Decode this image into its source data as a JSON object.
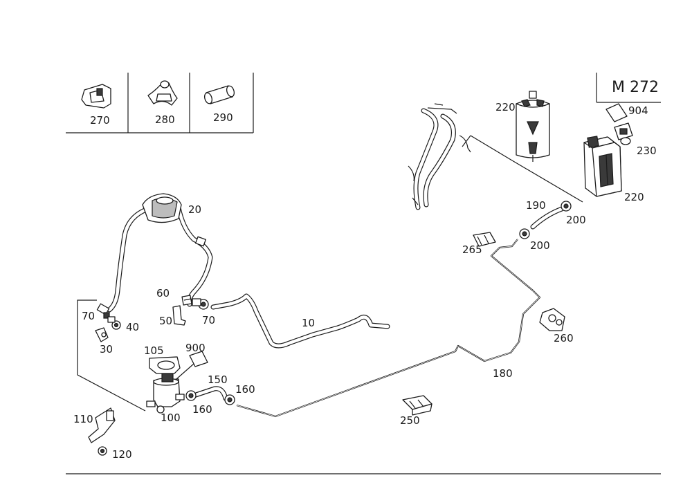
{
  "model_code": "M 272",
  "legend_parts": [
    "270",
    "280",
    "290"
  ],
  "labels": {
    "p10": "10",
    "p20": "20",
    "p30": "30",
    "p40": "40",
    "p50": "50",
    "p60": "60",
    "p70a": "70",
    "p70b": "70",
    "p100": "100",
    "p105": "105",
    "p110": "110",
    "p120": "120",
    "p150": "150",
    "p160a": "160",
    "p160b": "160",
    "p180": "180",
    "p190": "190",
    "p200a": "200",
    "p200b": "200",
    "p220a": "220",
    "p220b": "220",
    "p230": "230",
    "p250": "250",
    "p260": "260",
    "p265": "265",
    "p900": "900",
    "p904": "904"
  }
}
